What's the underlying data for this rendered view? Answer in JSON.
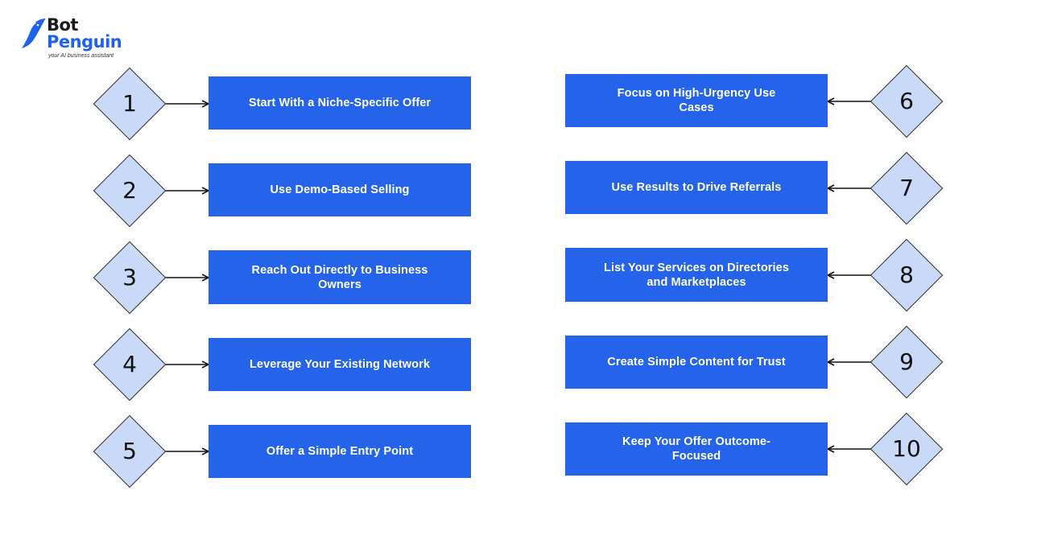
{
  "logo": {
    "line1": "Bot",
    "line2": "Penguin",
    "tagline": "your AI business assistant"
  },
  "colors": {
    "box": "#2563eb",
    "diamond": "#c9daf8",
    "brand_blue": "#1e63e9"
  },
  "steps": [
    {
      "number": "1",
      "label": "Start With a Niche-Specific Offer"
    },
    {
      "number": "2",
      "label": "Use Demo-Based Selling"
    },
    {
      "number": "3",
      "label": "Reach Out Directly to Business Owners"
    },
    {
      "number": "4",
      "label": "Leverage Your Existing Network"
    },
    {
      "number": "5",
      "label": "Offer a Simple Entry Point"
    },
    {
      "number": "6",
      "label": "Focus on High-Urgency Use Cases"
    },
    {
      "number": "7",
      "label": "Use Results to Drive Referrals"
    },
    {
      "number": "8",
      "label": "List Your Services on Directories and Marketplaces"
    },
    {
      "number": "9",
      "label": "Create Simple Content for Trust"
    },
    {
      "number": "10",
      "label": "Keep Your Offer Outcome-Focused"
    }
  ]
}
